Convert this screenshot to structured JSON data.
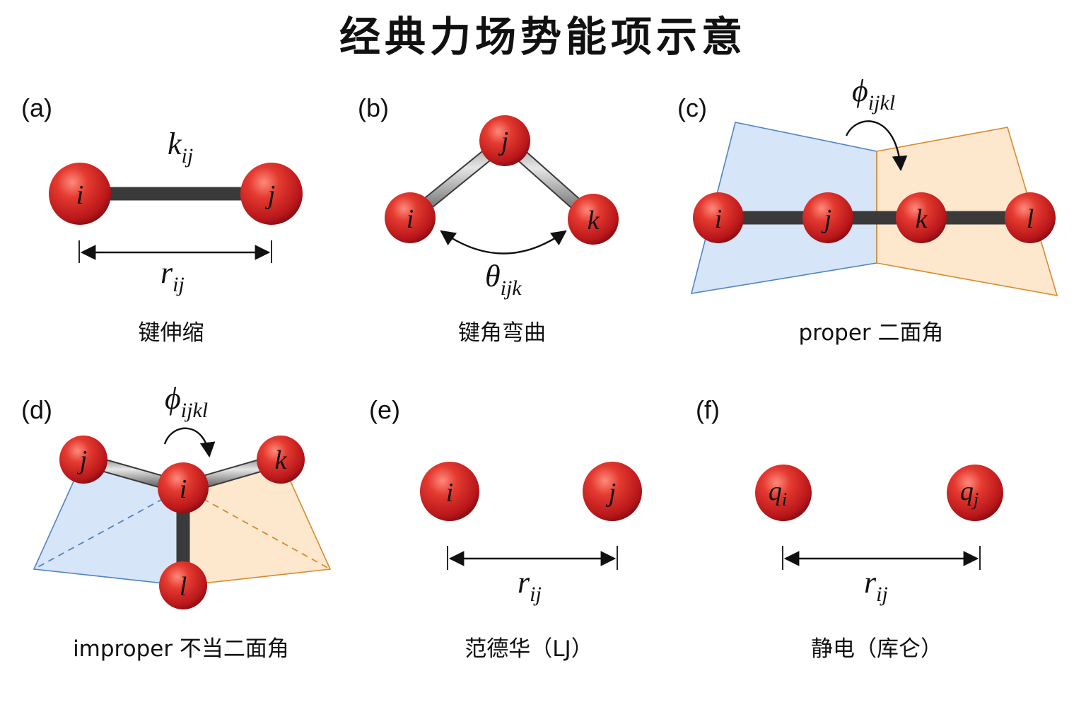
{
  "title": "经典力场势能项示意",
  "panels": {
    "a": {
      "label": "(a)",
      "caption": "键伸缩",
      "param": "k",
      "param_sub": "ij",
      "dist": "r",
      "dist_sub": "ij",
      "atoms": [
        "i",
        "j"
      ]
    },
    "b": {
      "label": "(b)",
      "caption": "键角弯曲",
      "angle": "θ",
      "angle_sub": "ijk",
      "atoms": [
        "j",
        "i",
        "k"
      ]
    },
    "c": {
      "label": "(c)",
      "caption": "proper 二面角",
      "angle": "ϕ",
      "angle_sub": "ijkl",
      "atoms": [
        "i",
        "j",
        "k",
        "l"
      ]
    },
    "d": {
      "label": "(d)",
      "caption": "improper 不当二面角",
      "angle": "ϕ",
      "angle_sub": "ijkl",
      "atoms": [
        "j",
        "i",
        "k",
        "l"
      ]
    },
    "e": {
      "label": "(e)",
      "caption": "范德华（LJ）",
      "dist": "r",
      "dist_sub": "ij",
      "atoms": [
        "i",
        "j"
      ]
    },
    "f": {
      "label": "(f)",
      "caption": "静电（库仑）",
      "dist": "r",
      "dist_sub": "ij",
      "charge": "q",
      "atom_subs": [
        "i",
        "j"
      ]
    }
  },
  "colors": {
    "atom": "#d42a25",
    "plane_blue": "#cfe0f6",
    "plane_blue_edge": "#4f84c4",
    "plane_orange": "#fde3c4",
    "plane_orange_edge": "#d98a2c",
    "bond": "#8a8a8a"
  }
}
